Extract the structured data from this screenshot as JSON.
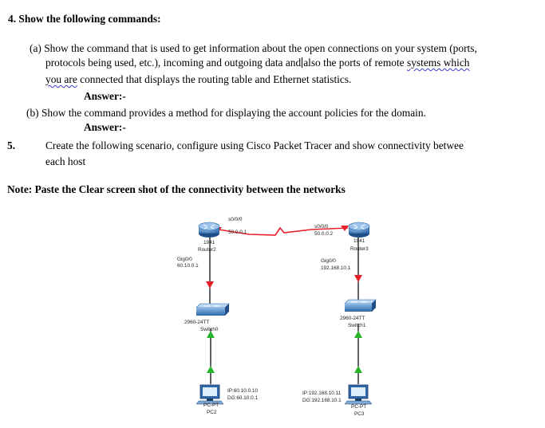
{
  "q4": {
    "heading": "4. Show the following commands:",
    "a_line1": "(a) Show the command that is used to get information about the open connections on your system (ports,",
    "a_line2_pre": "protocols being used, etc.), incoming and outgoing data and",
    "a_line2_mid": "also the ports of remote",
    "a_line2_squig": "systems which",
    "a_line3_squig": "you are",
    "a_line3_post": " connected that displays the routing table and Ethernet statistics.",
    "a_answer": "Answer:-",
    "b_line1": "(b) Show the command provides a method for displaying the account policies for the domain.",
    "b_answer": "Answer:-"
  },
  "q5": {
    "number": "5.",
    "line1": "Create the following scenario, configure using Cisco Packet Tracer and show connectivity betwee",
    "line2": "each host"
  },
  "note": "Note: Paste the Clear screen shot of the connectivity between the networks",
  "network": {
    "router_left": {
      "model": "1941",
      "name": "Router2",
      "serial_if": "s0/0/0",
      "serial_ip": "50.0.0.1",
      "gig_if": "Gig0/0",
      "gig_ip": "60.10.0.1"
    },
    "router_right": {
      "model": "1941",
      "name": "Router3",
      "serial_if": "s0/0/0",
      "serial_ip": "50.0.0.2",
      "gig_if": "Gig0/0",
      "gig_ip": "192.168.10.1"
    },
    "switch_left": {
      "model": "2960-24TT",
      "name": "Switch0"
    },
    "switch_right": {
      "model": "2960-24TT",
      "name": "Switch1"
    },
    "pc_left": {
      "type": "PC-PT",
      "name": "PC2",
      "ip": "IP:60.10.0.10",
      "dg": "DG:60.10.0.1"
    },
    "pc_right": {
      "type": "PC-PT",
      "name": "PC3",
      "ip": "IP:192.168.10.11",
      "dg": "DG:192.168.10.1"
    },
    "colors": {
      "serial_link": "#e8202a",
      "link_down": "#e8202a",
      "link_up": "#28b428",
      "device": "#2f6fb3"
    }
  }
}
